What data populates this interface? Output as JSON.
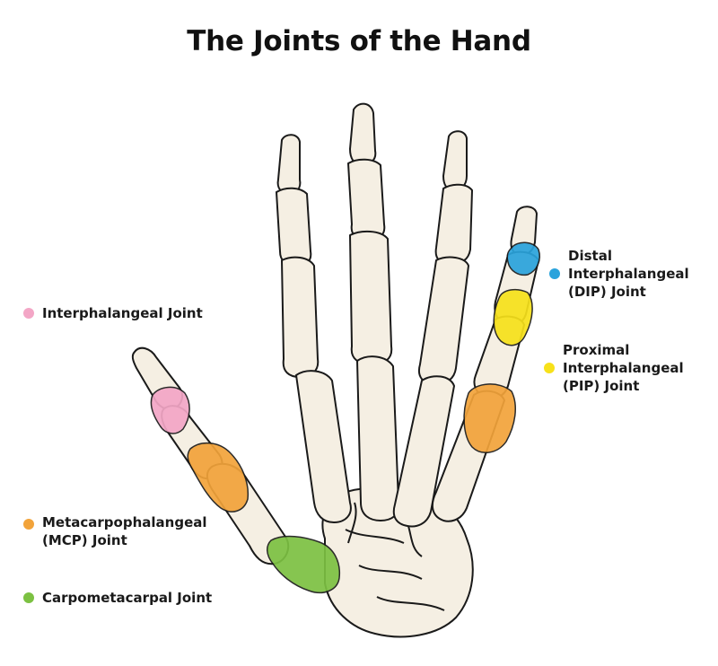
{
  "title": "The Joints of the Hand",
  "colors": {
    "bone_fill": "#f5efe3",
    "bone_stroke": "#1a1a1a",
    "interphalangeal": "#f3a6c6",
    "mcp": "#f2a33a",
    "carpometacarpal": "#7cc142",
    "dip": "#2aa3dc",
    "pip": "#f7e11a"
  },
  "legend": [
    {
      "key": "interphalangeal",
      "color": "#f3a6c6",
      "lines": [
        "Interphalangeal Joint"
      ]
    },
    {
      "key": "mcp",
      "color": "#f2a33a",
      "lines": [
        "Metacarpophalangeal",
        "(MCP) Joint"
      ]
    },
    {
      "key": "carpometacarpal",
      "color": "#7cc142",
      "lines": [
        "Carpometacarpal Joint"
      ]
    },
    {
      "key": "dip",
      "color": "#2aa3dc",
      "lines": [
        "Distal",
        "Interphalangeal",
        "(DIP) Joint"
      ]
    },
    {
      "key": "pip",
      "color": "#f7e11a",
      "lines": [
        "Proximal",
        "Interphalangeal",
        "(PIP) Joint"
      ]
    }
  ]
}
